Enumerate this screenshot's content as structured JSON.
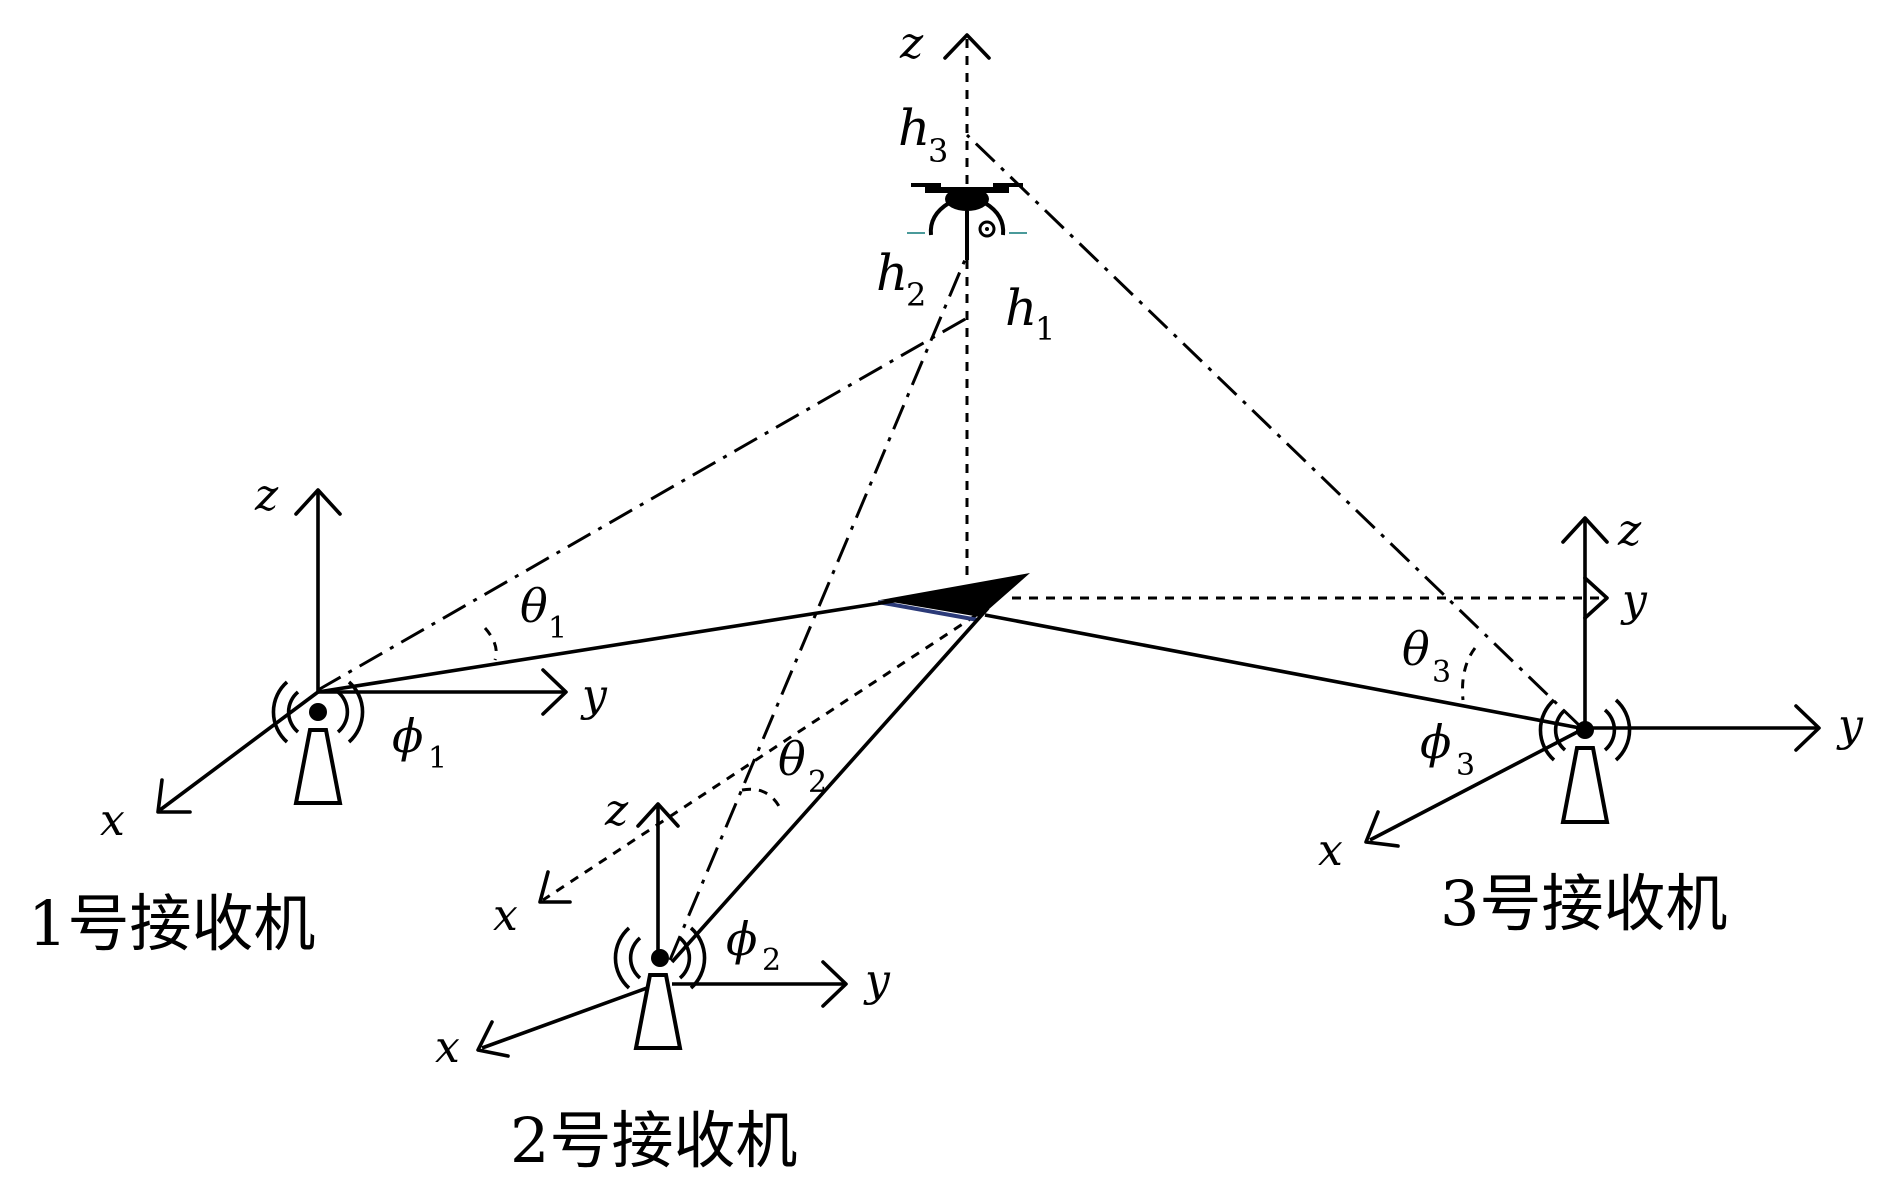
{
  "labels": {
    "z_axis": "z",
    "y_axis": "y",
    "x_axis": "x",
    "h1": "h",
    "h1_sub": "1",
    "h2": "h",
    "h2_sub": "2",
    "h3": "h",
    "h3_sub": "3",
    "theta": "θ",
    "phi": "ϕ",
    "sub1": "1",
    "sub2": "2",
    "sub3": "3"
  },
  "receivers": [
    {
      "label": "1号接收机"
    },
    {
      "label": "2号接收机"
    },
    {
      "label": "3号接收机"
    }
  ]
}
